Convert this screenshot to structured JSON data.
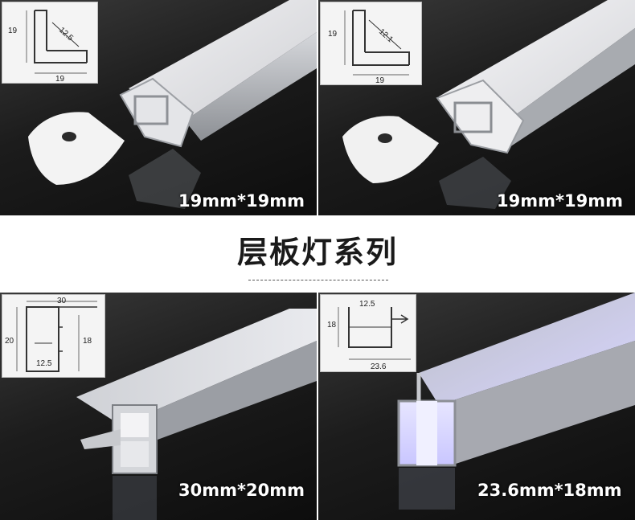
{
  "heading": "层板灯系列",
  "panels": [
    {
      "size_label": "19mm*19mm",
      "dims": {
        "height": "19",
        "width": "19",
        "diagonal": "12.5"
      }
    },
    {
      "size_label": "19mm*19mm",
      "dims": {
        "height": "19",
        "width": "19",
        "diagonal": "12.1"
      }
    },
    {
      "size_label": "30mm*20mm",
      "dims": {
        "width": "30",
        "height_outer": "20",
        "height_inner": "18",
        "inner_width": "12.5"
      }
    },
    {
      "size_label": "23.6mm*18mm",
      "dims": {
        "inner_width": "12.5",
        "height": "18",
        "width": "23.6"
      }
    }
  ],
  "colors": {
    "background": "#ffffff",
    "panel_dark": "#1c1c1c",
    "diffuser": "#e8e8ee",
    "aluminum": "#b9bcc2",
    "accent_glow": "#c9c6ff"
  }
}
